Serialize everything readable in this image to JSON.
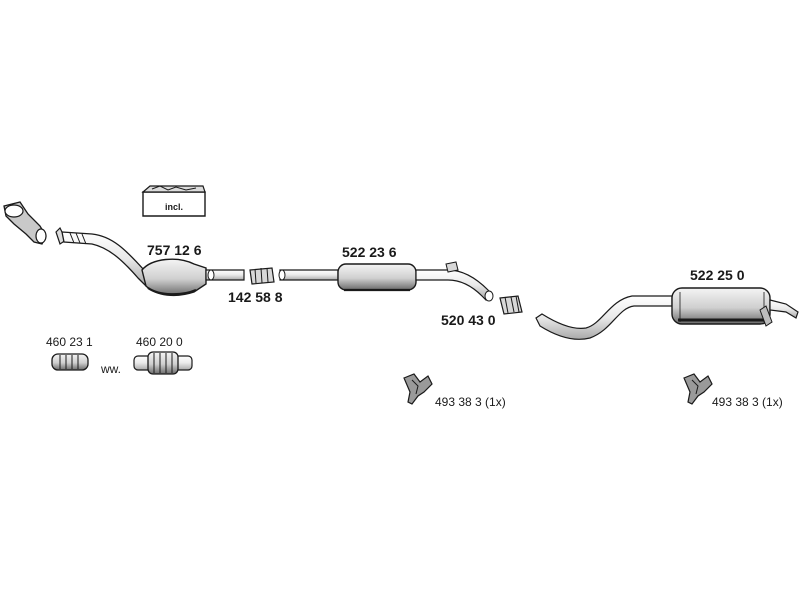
{
  "diagram": {
    "part_labels": {
      "catalyst": "757 12 6",
      "connector": "142 58 8",
      "middle_silencer": "522 23 6",
      "clamp_middle": "520 43 0",
      "rear_silencer": "522 25 0",
      "flex_a": "460 23 1",
      "flex_b": "460 20 0",
      "hanger_middle": "493 38 3 (1x)",
      "hanger_rear": "493 38 3 (1x)"
    },
    "kit_label": "incl.",
    "alternative_label": "ww."
  },
  "colors": {
    "line": "#1a1a1a",
    "metal_light": "#e6e6e6",
    "metal_mid": "#b8b8b8",
    "metal_dark": "#3a3a3a"
  }
}
